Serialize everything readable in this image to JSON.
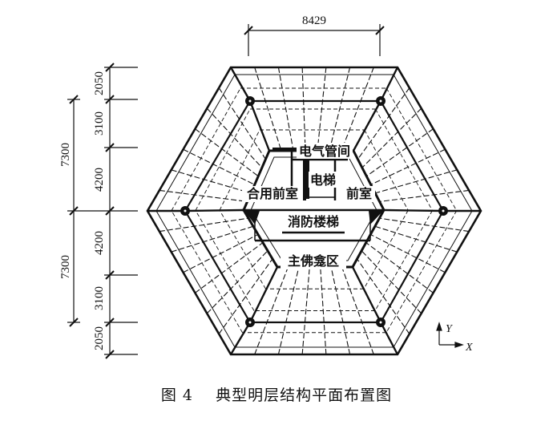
{
  "dimensions": {
    "top": "8429",
    "left_total_upper": "7300",
    "left_total_lower": "7300",
    "left_segments": [
      "2050",
      "3100",
      "4200",
      "4200",
      "3100",
      "2050"
    ]
  },
  "rooms": {
    "electrical_shaft": "电气管间",
    "elevator": "电梯",
    "combined_lobby": "合用前室",
    "lobby": "前室",
    "fire_stair": "消防楼梯",
    "buddha_niche": "主佛龛区"
  },
  "axes": {
    "x": "X",
    "y": "Y"
  },
  "caption": {
    "number": "图 4",
    "title": "典型明层结构平面布置图"
  }
}
